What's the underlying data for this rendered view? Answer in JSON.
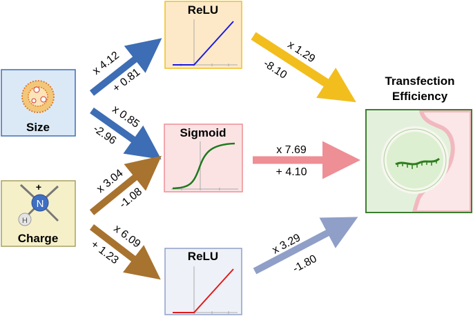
{
  "inputs": {
    "size": {
      "label": "Size"
    },
    "charge": {
      "label": "Charge",
      "atom_n": "N",
      "atom_h": "H",
      "charge_sign": "+"
    }
  },
  "activations": {
    "top": {
      "label": "ReLU"
    },
    "middle": {
      "label": "Sigmoid"
    },
    "bottom": {
      "label": "ReLU"
    }
  },
  "output": {
    "label_line1": "Transfection",
    "label_line2": "Efficiency"
  },
  "edges": {
    "size_to_top": {
      "weight": "x 4.12",
      "bias": "+ 0.81"
    },
    "size_to_middle": {
      "weight": "x 0.85",
      "bias": "-2.96"
    },
    "charge_to_middle": {
      "weight": "x 3.04",
      "bias": "-1.08"
    },
    "charge_to_bottom": {
      "weight": "x 6.09",
      "bias": "+ 1.23"
    },
    "top_to_output": {
      "weight": "x 1.29",
      "bias": "-8.10"
    },
    "middle_to_output": {
      "weight": "x 7.69",
      "bias": "+ 4.10"
    },
    "bottom_to_output": {
      "weight": "x 3.29",
      "bias": "-1.80"
    }
  },
  "colors": {
    "size_arrow": "#3d6db4",
    "charge_arrow": "#a8732f",
    "top_out_arrow": "#f2be1e",
    "middle_out_arrow": "#ee8e95",
    "bottom_out_arrow": "#8f9fc8",
    "relu_top_line": "#1a1ae0",
    "sigmoid_line": "#1e7a1e",
    "relu_bottom_line": "#e01a1a"
  }
}
